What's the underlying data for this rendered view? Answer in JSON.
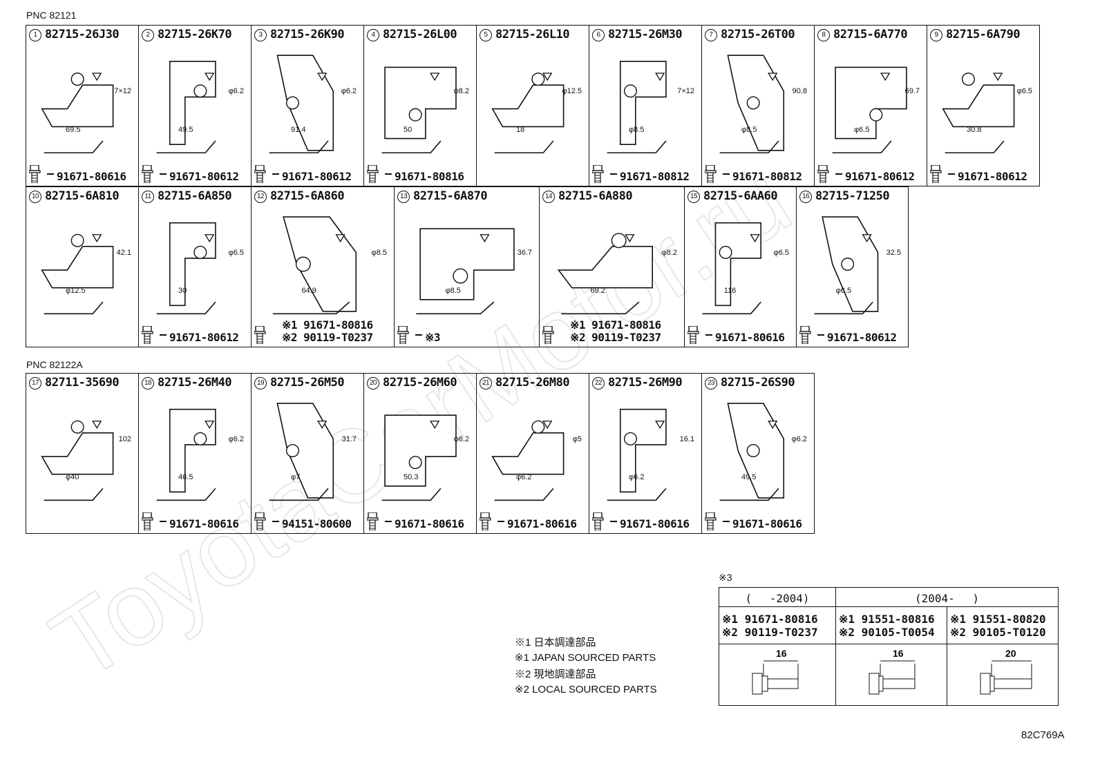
{
  "watermark": "ToyotaCarMotor.ru",
  "sections": [
    {
      "pnc": "PNC 82121"
    },
    {
      "pnc": "PNC 82122A"
    }
  ],
  "row1": [
    {
      "n": "1",
      "part": "82715-26J30",
      "bolt": "91671-80616",
      "dims": [
        "7×12",
        "69.5"
      ]
    },
    {
      "n": "2",
      "part": "82715-26K70",
      "bolt": "91671-80612",
      "dims": [
        "φ6.2",
        "49.5"
      ]
    },
    {
      "n": "3",
      "part": "82715-26K90",
      "bolt": "91671-80612",
      "dims": [
        "φ6.2",
        "91.4"
      ]
    },
    {
      "n": "4",
      "part": "82715-26L00",
      "bolt": "91671-80816",
      "dims": [
        "φ8.2",
        "50"
      ]
    },
    {
      "n": "5",
      "part": "82715-26L10",
      "bolt": "",
      "dims": [
        "φ12.5",
        "18"
      ]
    },
    {
      "n": "6",
      "part": "82715-26M30",
      "bolt": "91671-80812",
      "dims": [
        "7×12",
        "φ8.5"
      ]
    },
    {
      "n": "7",
      "part": "82715-26T00",
      "bolt": "91671-80812",
      "dims": [
        "90.8",
        "φ8.5"
      ]
    },
    {
      "n": "8",
      "part": "82715-6A770",
      "bolt": "91671-80612",
      "dims": [
        "69.7",
        "φ6.5"
      ]
    },
    {
      "n": "9",
      "part": "82715-6A790",
      "bolt": "91671-80612",
      "dims": [
        "φ6.5",
        "30.8"
      ]
    }
  ],
  "row2": [
    {
      "n": "10",
      "part": "82715-6A810",
      "bolt": "",
      "dims": [
        "42.1",
        "φ12.5"
      ]
    },
    {
      "n": "11",
      "part": "82715-6A850",
      "bolt": "91671-80612",
      "dims": [
        "φ6.5",
        "30"
      ]
    },
    {
      "n": "12",
      "part": "82715-6A860",
      "bolt1": "※1 91671-80816",
      "bolt2": "※2 90119-T0237",
      "dims": [
        "φ8.5",
        "64.9"
      ]
    },
    {
      "n": "13",
      "part": "82715-6A870",
      "bolt": "※3",
      "dims": [
        "36.7",
        "φ8.5"
      ]
    },
    {
      "n": "14",
      "part": "82715-6A880",
      "bolt1": "※1 91671-80816",
      "bolt2": "※2 90119-T0237",
      "dims": [
        "φ8.2",
        "69.2"
      ]
    },
    {
      "n": "15",
      "part": "82715-6AA60",
      "bolt": "91671-80616",
      "dims": [
        "φ6.5",
        "116"
      ]
    },
    {
      "n": "16",
      "part": "82715-71250",
      "bolt": "91671-80612",
      "dims": [
        "32.5",
        "φ6.5"
      ]
    }
  ],
  "row3": [
    {
      "n": "17",
      "part": "82711-35690",
      "bolt": "",
      "dims": [
        "102",
        "φ40"
      ]
    },
    {
      "n": "18",
      "part": "82715-26M40",
      "bolt": "91671-80616",
      "dims": [
        "φ6.2",
        "46.5"
      ]
    },
    {
      "n": "19",
      "part": "82715-26M50",
      "bolt": "94151-80600",
      "dims": [
        "31.7",
        "φ7"
      ]
    },
    {
      "n": "20",
      "part": "82715-26M60",
      "bolt": "91671-80616",
      "dims": [
        "φ6.2",
        "50.3"
      ]
    },
    {
      "n": "21",
      "part": "82715-26M80",
      "bolt": "91671-80616",
      "dims": [
        "φ5",
        "φ6.2"
      ]
    },
    {
      "n": "22",
      "part": "82715-26M90",
      "bolt": "91671-80616",
      "dims": [
        "16.1",
        "φ6.2"
      ]
    },
    {
      "n": "23",
      "part": "82715-26S90",
      "bolt": "91671-80616",
      "dims": [
        "φ6.2",
        "49.5"
      ]
    }
  ],
  "legend": {
    "l1": "※1 日本調達部品",
    "l2": "※1 JAPAN SOURCED PARTS",
    "l3": "※2 現地調達部品",
    "l4": "※2 LOCAL SOURCED PARTS"
  },
  "note3": {
    "title": "※3",
    "cols": [
      {
        "head": "(　 -2004)",
        "p1": "※1 91671-80816",
        "p2": "※2 90119-T0237",
        "len": "16"
      },
      {
        "head": "(2004-　 )",
        "p1": "※1 91551-80816",
        "p2": "※2 90105-T0054",
        "len": "16"
      },
      {
        "head": "",
        "p1": "※1 91551-80820",
        "p2": "※2 90105-T0120",
        "len": "20"
      }
    ]
  },
  "code": "82C769A"
}
